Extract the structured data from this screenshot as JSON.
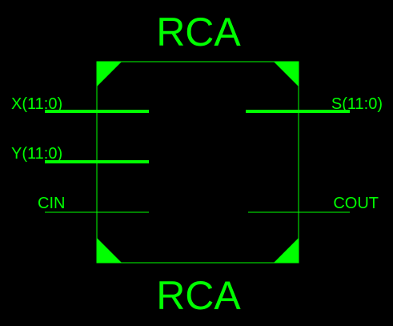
{
  "symbol": {
    "top_label": "RCA",
    "bottom_label": "RCA",
    "color": "#00ff00",
    "background": "#000000"
  },
  "ports": {
    "left": [
      {
        "name": "X(11:0)",
        "kind": "bus"
      },
      {
        "name": "Y(11:0)",
        "kind": "bus"
      },
      {
        "name": "CIN",
        "kind": "wire"
      }
    ],
    "right": [
      {
        "name": "S(11:0)",
        "kind": "bus"
      },
      {
        "name": "COUT",
        "kind": "wire"
      }
    ]
  }
}
